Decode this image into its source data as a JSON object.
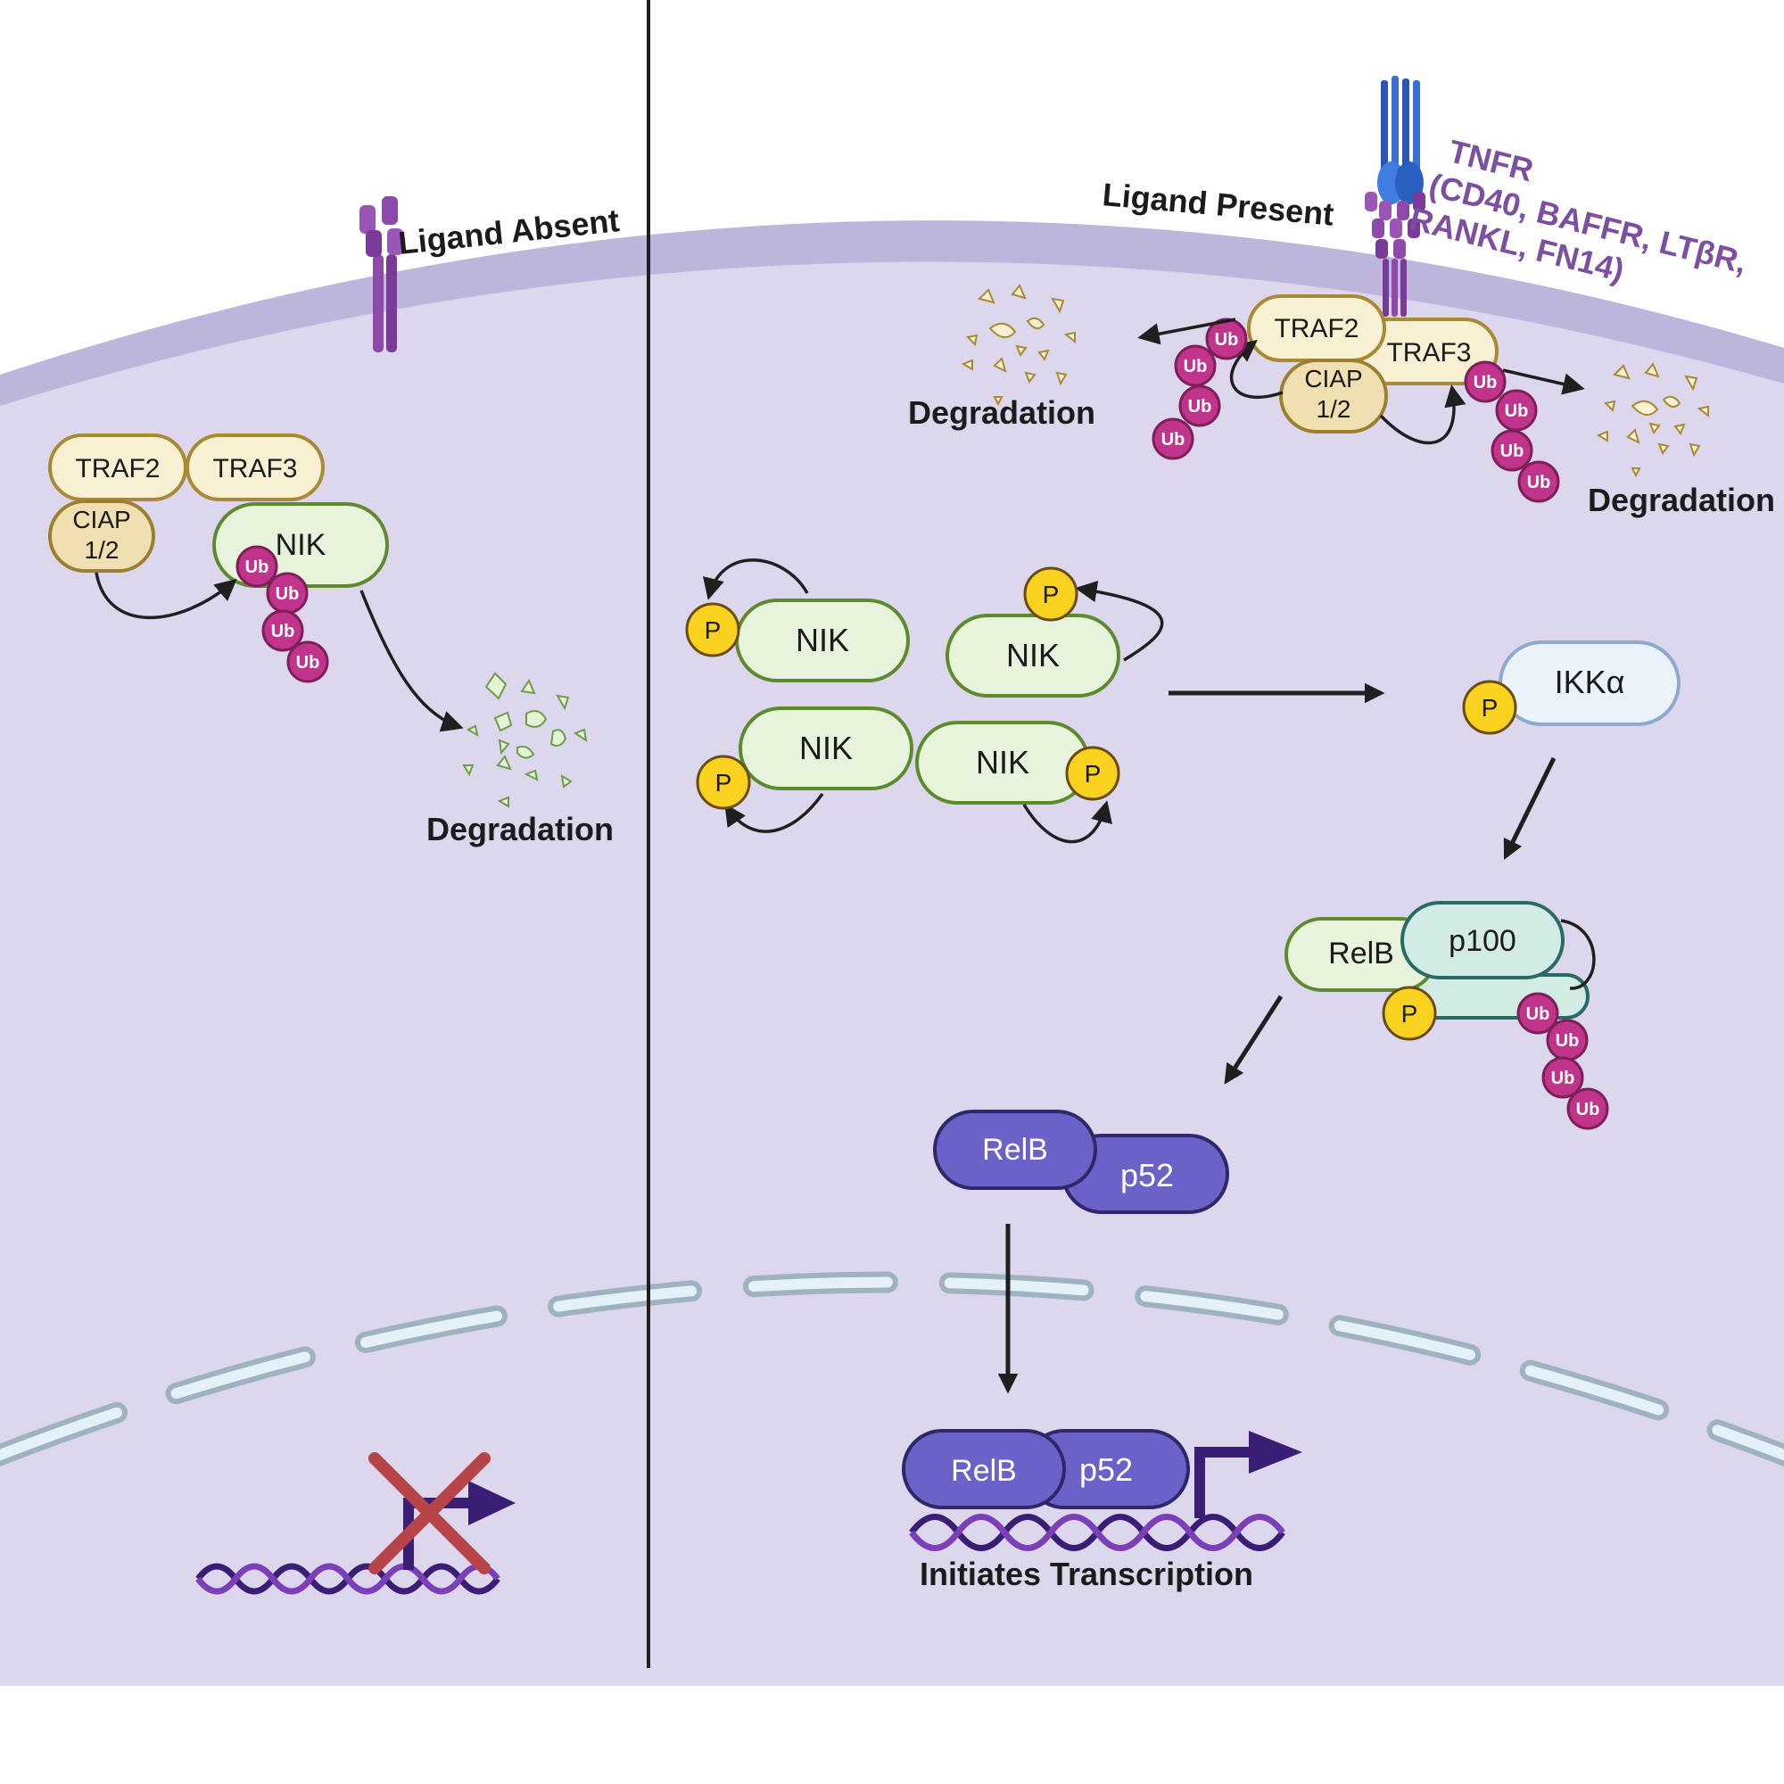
{
  "left_panel": {
    "title": "Ligand Absent",
    "traf2": "TRAF2",
    "traf3": "TRAF3",
    "ciap_line1": "CIAP",
    "ciap_line2": "1/2",
    "nik": "NIK",
    "ub": "Ub",
    "degradation": "Degradation"
  },
  "right_panel": {
    "title": "Ligand Present",
    "receptor_line1": "TNFR",
    "receptor_line2": "(CD40, BAFFR, LTβR,",
    "receptor_line3": "RANKL, FN14)",
    "traf2": "TRAF2",
    "traf3": "TRAF3",
    "ciap_line1": "CIAP",
    "ciap_line2": "1/2",
    "ub": "Ub",
    "degradation_left": "Degradation",
    "degradation_right": "Degradation",
    "nik": "NIK",
    "p": "P",
    "ikka": "IKKα",
    "relb": "RelB",
    "p100": "p100",
    "p52": "p52",
    "transcription": "Initiates Transcription"
  },
  "colors": {
    "cell": "#dcd7ec",
    "membrane": "#bcb5dc",
    "ub": "#c0348b",
    "phosphate": "#f8d21e",
    "nik_fill": "#e7f3da",
    "nik_stroke": "#5e8a2e",
    "relb_p52": "#6b62c8",
    "dna_dark": "#3a1d74",
    "dna_light": "#7b3fb8",
    "inhibit_x": "#b74449"
  }
}
